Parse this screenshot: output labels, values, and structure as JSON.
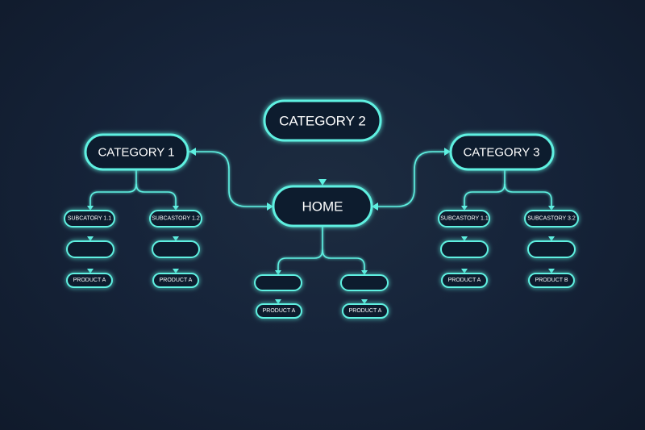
{
  "diagram": {
    "accent_color": "#5ef0e1",
    "background_color": "#16243a",
    "nodes": {
      "category2": "CATEGORY 2",
      "category1": "CATEGORY 1",
      "category3": "CATEGORY 3",
      "home": "HOME",
      "sub_1_1": "SUBCATORY 1.1",
      "sub_1_2": "SUBCASTORY 1.2",
      "sub_3_1": "SUBCASTORY 1.1",
      "sub_3_2": "SUBCASTORY 3.2",
      "product_1_1": "PRODUCT A",
      "product_1_2": "PRODUCT A",
      "product_home_left": "PRODUCT A",
      "product_home_right": "PRODUCT A",
      "product_3_1": "PRODUCT A",
      "product_3_2": "PRODUCT B"
    }
  }
}
